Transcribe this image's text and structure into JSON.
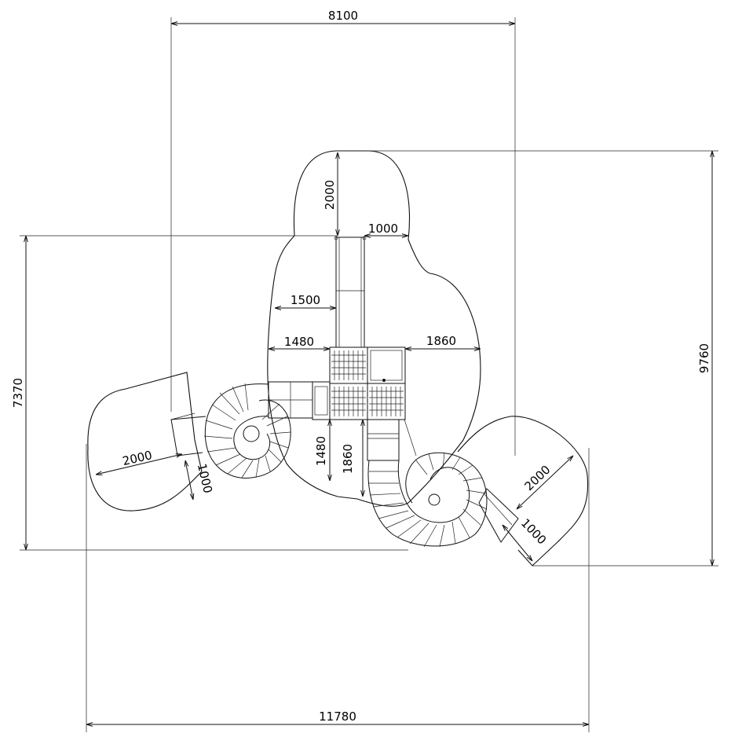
{
  "dimensions": {
    "top_width": "8100",
    "bottom_width": "11780",
    "left_height": "7370",
    "right_height": "9760",
    "top_zone": "2000",
    "ladder_width": "1000",
    "left_1500": "1500",
    "left_1480_h": "1480",
    "right_1860_h": "1860",
    "vert_1480": "1480",
    "vert_1860": "1860",
    "left_slide_2000": "2000",
    "left_slide_1000": "1000",
    "right_slide_2000": "2000",
    "right_slide_1000": "1000"
  }
}
